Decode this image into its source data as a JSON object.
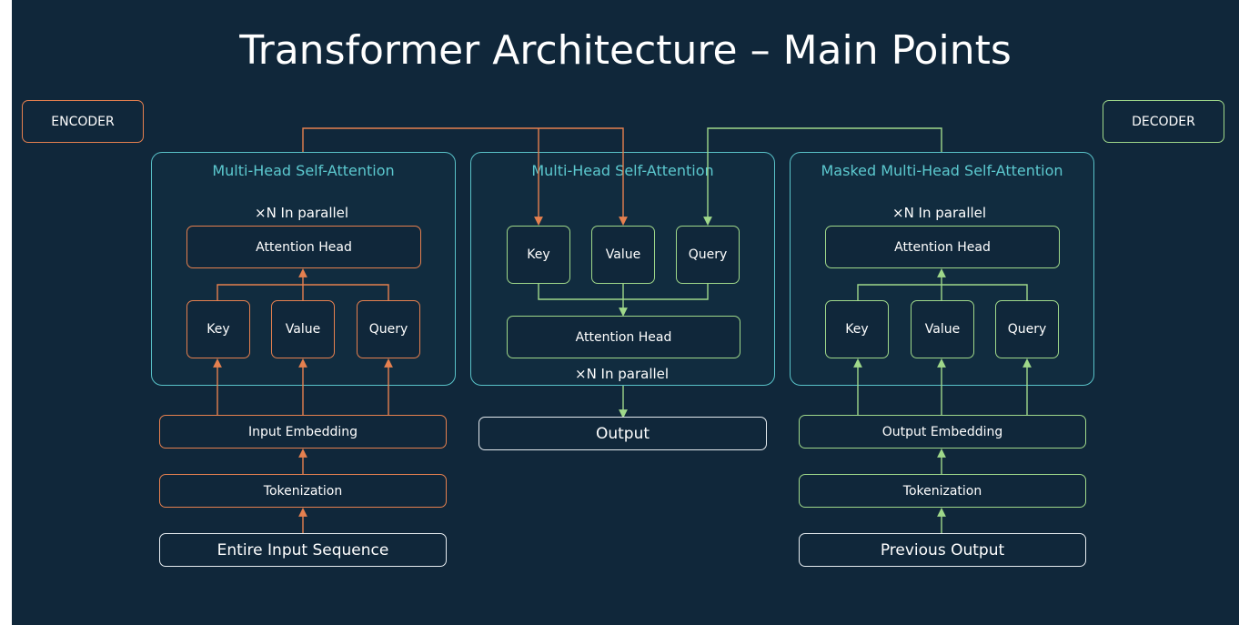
{
  "title": "Transformer Architecture – Main Points",
  "tags": {
    "encoder": "ENCODER",
    "decoder": "DECODER"
  },
  "encoder": {
    "panel_title": "Multi-Head Self-Attention",
    "parallel": "×N  In parallel",
    "attention_head": "Attention Head",
    "key": "Key",
    "value": "Value",
    "query": "Query",
    "embedding": "Input Embedding",
    "tokenization": "Tokenization",
    "input": "Entire Input Sequence"
  },
  "middle": {
    "panel_title": "Multi-Head Self-Attention",
    "key": "Key",
    "value": "Value",
    "query": "Query",
    "attention_head": "Attention Head",
    "parallel": "×N  In parallel",
    "output": "Output"
  },
  "decoder": {
    "panel_title": "Masked Multi-Head Self-Attention",
    "parallel": "×N  In parallel",
    "attention_head": "Attention Head",
    "key": "Key",
    "value": "Value",
    "query": "Query",
    "embedding": "Output Embedding",
    "tokenization": "Tokenization",
    "input": "Previous Output"
  },
  "colors": {
    "background": "#10273a",
    "encoder_accent": "#e5804f",
    "decoder_accent": "#9fd88a",
    "panel_border": "#59c2c8",
    "panel_title": "#5cc9cf"
  }
}
